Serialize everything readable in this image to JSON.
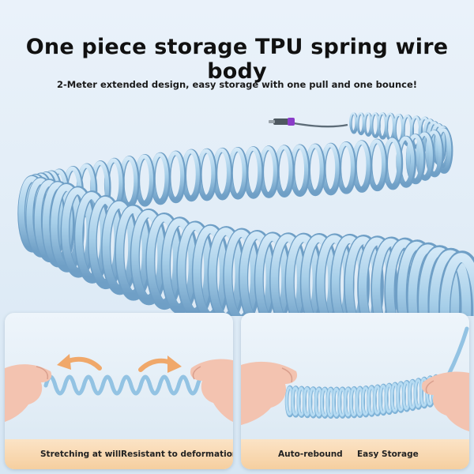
{
  "hero": {
    "title": "One piece storage TPU spring wire body",
    "subtitle": "2-Meter extended design, easy storage with one pull and one bounce!"
  },
  "panels": [
    {
      "id": "left",
      "captions": [
        "Stretching at will",
        "Resistant to deformation"
      ],
      "arrow_color": "#f0a86a"
    },
    {
      "id": "right",
      "captions": [
        "Auto-rebound",
        "Easy Storage"
      ]
    }
  ],
  "colors": {
    "background": "#e2edf7",
    "coil": "#a7cfe9",
    "coil_shadow": "#6f9fc6",
    "caption_bar": "#f8d6ad",
    "connector_accent": "#8a3cc8"
  }
}
